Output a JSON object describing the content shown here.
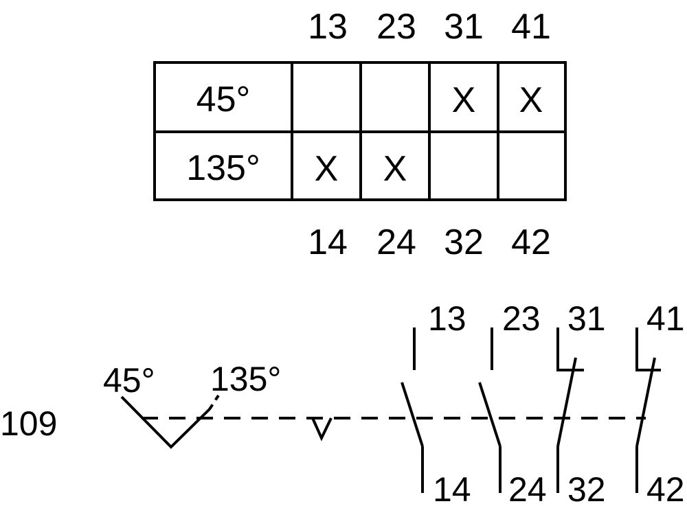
{
  "diagram_id": "109",
  "table": {
    "top_terminals": [
      "13",
      "23",
      "31",
      "41"
    ],
    "bottom_terminals": [
      "14",
      "24",
      "32",
      "42"
    ],
    "rows": [
      {
        "label": "45°",
        "marks": [
          "",
          "",
          "X",
          "X"
        ]
      },
      {
        "label": "135°",
        "marks": [
          "X",
          "X",
          "",
          ""
        ]
      }
    ]
  },
  "schematic": {
    "angle_left": "45°",
    "angle_right": "135°",
    "contacts": [
      {
        "top": "13",
        "bottom": "14"
      },
      {
        "top": "23",
        "bottom": "24"
      },
      {
        "top": "31",
        "bottom": "32"
      },
      {
        "top": "41",
        "bottom": "42"
      }
    ]
  }
}
